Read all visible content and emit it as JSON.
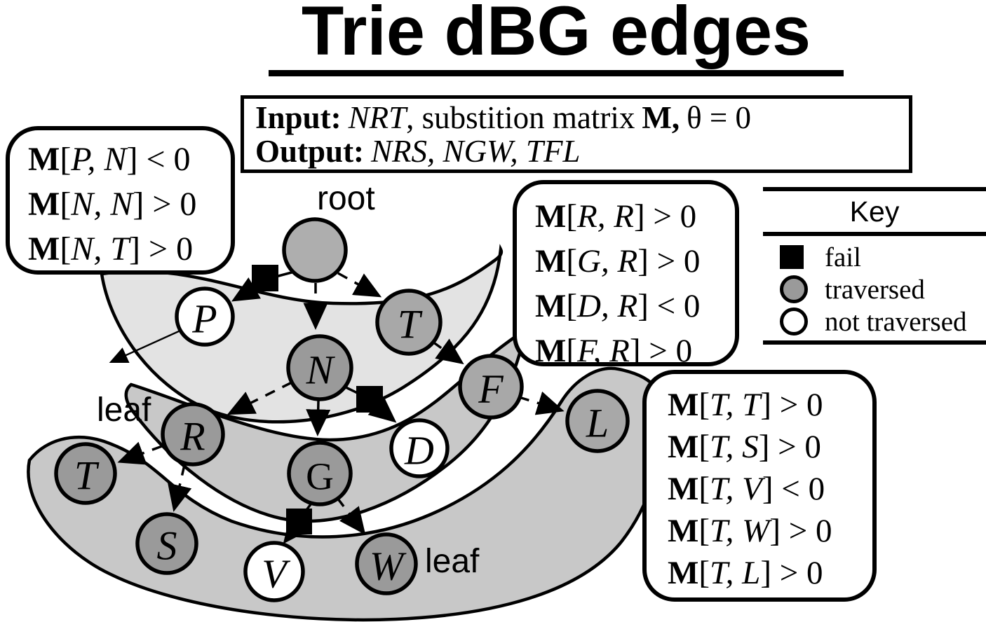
{
  "title": "Trie dBG edges",
  "io_box": {
    "input_label": "Input:",
    "input_seq": "NRT",
    "input_mid": ", substition matrix",
    "input_matrix": "M,",
    "input_theta": "θ = 0",
    "output_label": "Output:",
    "output_value": "NRS, NGW, TFL"
  },
  "key": {
    "title": "Key",
    "items": [
      {
        "icon": "fail-square-icon",
        "label": "fail"
      },
      {
        "icon": "traversed-circle-icon",
        "label": "traversed"
      },
      {
        "icon": "not-traversed-circle-icon",
        "label": "not traversed"
      }
    ]
  },
  "labels": {
    "root": "root",
    "leaf_left": "leaf",
    "leaf_right": "leaf"
  },
  "callouts": {
    "pn": {
      "lines": [
        {
          "m": "M",
          "open": "[",
          "vars": "P, N",
          "rest": "] < 0"
        },
        {
          "m": "M",
          "open": "[",
          "vars": "N, N",
          "rest": "] > 0"
        },
        {
          "m": "M",
          "open": "[",
          "vars": "N, T",
          "rest": "] > 0"
        }
      ]
    },
    "rr": {
      "lines": [
        {
          "m": "M",
          "open": "[",
          "vars": "R, R",
          "rest": "] > 0"
        },
        {
          "m": "M",
          "open": "[",
          "vars": "G, R",
          "rest": "] > 0"
        },
        {
          "m": "M",
          "open": "[",
          "vars": "D, R",
          "rest": "] < 0"
        },
        {
          "m": "M",
          "open": "[",
          "vars": "F, R",
          "rest": "] > 0"
        }
      ]
    },
    "tt": {
      "lines": [
        {
          "m": "M",
          "open": "[",
          "vars": "T, T",
          "rest": "] > 0"
        },
        {
          "m": "M",
          "open": "[",
          "vars": "T, S",
          "rest": "] > 0"
        },
        {
          "m": "M",
          "open": "[",
          "vars": "T, V",
          "rest": "] < 0"
        },
        {
          "m": "M",
          "open": "[",
          "vars": "T, W",
          "rest": "] > 0"
        },
        {
          "m": "M",
          "open": "[",
          "vars": "T, L",
          "rest": "] > 0"
        }
      ]
    }
  },
  "nodes": [
    {
      "id": "root",
      "label": "",
      "state": "traversed"
    },
    {
      "id": "P",
      "label": "P",
      "state": "not traversed"
    },
    {
      "id": "T",
      "label": "T",
      "state": "traversed"
    },
    {
      "id": "N",
      "label": "N",
      "state": "traversed"
    },
    {
      "id": "F",
      "label": "F",
      "state": "traversed"
    },
    {
      "id": "R",
      "label": "R",
      "state": "traversed"
    },
    {
      "id": "D",
      "label": "D",
      "state": "not traversed"
    },
    {
      "id": "L",
      "label": "L",
      "state": "traversed"
    },
    {
      "id": "G",
      "label": "G",
      "state": "traversed"
    },
    {
      "id": "T-leaf",
      "label": "T",
      "state": "traversed"
    },
    {
      "id": "S",
      "label": "S",
      "state": "traversed"
    },
    {
      "id": "V",
      "label": "V",
      "state": "not traversed"
    },
    {
      "id": "W",
      "label": "W",
      "state": "traversed"
    }
  ],
  "edges": [
    {
      "from": "root",
      "to": "P",
      "type": "fail"
    },
    {
      "from": "root",
      "to": "N",
      "type": "dashed"
    },
    {
      "from": "root",
      "to": "T",
      "type": "dashed"
    },
    {
      "from": "T",
      "to": "F",
      "type": "dashed"
    },
    {
      "from": "N",
      "to": "R",
      "type": "dashed"
    },
    {
      "from": "N",
      "to": "G",
      "type": "dashed"
    },
    {
      "from": "N",
      "to": "D",
      "type": "fail"
    },
    {
      "from": "F",
      "to": "L",
      "type": "dashed"
    },
    {
      "from": "R",
      "to": "T-leaf",
      "type": "dashed"
    },
    {
      "from": "R",
      "to": "S",
      "type": "dashed"
    },
    {
      "from": "G",
      "to": "V",
      "type": "fail"
    },
    {
      "from": "G",
      "to": "W",
      "type": "dashed"
    },
    {
      "from": "P",
      "to": "outside",
      "type": "plain"
    }
  ],
  "colors": {
    "blob_level1": "#e3e3e3",
    "blob_level2": "#c8c8c8",
    "blob_level3": "#c8c8c8",
    "traversed_light": "#a8a8a8",
    "traversed_dark": "#9a9a9a",
    "not_traversed": "#ffffff",
    "fail": "#000000"
  }
}
